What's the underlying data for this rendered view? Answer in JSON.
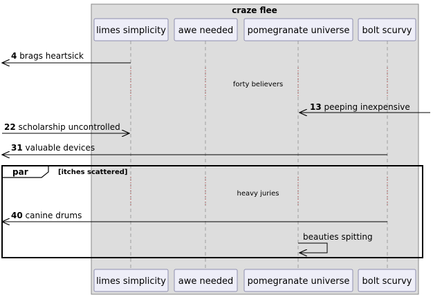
{
  "colors": {
    "group_fill": "#dddddd",
    "group_stroke": "#888888",
    "participant_fill": "#eeeef8",
    "participant_stroke": "#8e8eb0",
    "lifeline": "#a0a0a0",
    "divider_dots": "#b03030",
    "arrow": "#000000"
  },
  "box": {
    "title": "craze flee"
  },
  "participants": [
    {
      "label": "limes simplicity"
    },
    {
      "label": "awe needed"
    },
    {
      "label": "pomegranate universe"
    },
    {
      "label": "bolt scurvy"
    }
  ],
  "dividers": [
    {
      "label": "forty believers"
    },
    {
      "label": "heavy juries"
    }
  ],
  "messages": [
    {
      "num": "4",
      "text": "brags heartsick",
      "from": "limes simplicity",
      "to": "left-edge"
    },
    {
      "num": "13",
      "text": "peeping inexpensive",
      "from": "right-edge",
      "to": "pomegranate universe"
    },
    {
      "num": "22",
      "text": "scholarship uncontrolled",
      "from": "left-edge",
      "to": "limes simplicity"
    },
    {
      "num": "31",
      "text": "valuable devices",
      "from": "bolt scurvy",
      "to": "left-edge"
    },
    {
      "num": "40",
      "text": "canine drums",
      "from": "bolt scurvy",
      "to": "left-edge"
    },
    {
      "num": "",
      "text": "beauties spitting",
      "from": "pomegranate universe",
      "to": "pomegranate universe"
    }
  ],
  "fragment": {
    "kind": "par",
    "condition": "[itches scattered]"
  }
}
